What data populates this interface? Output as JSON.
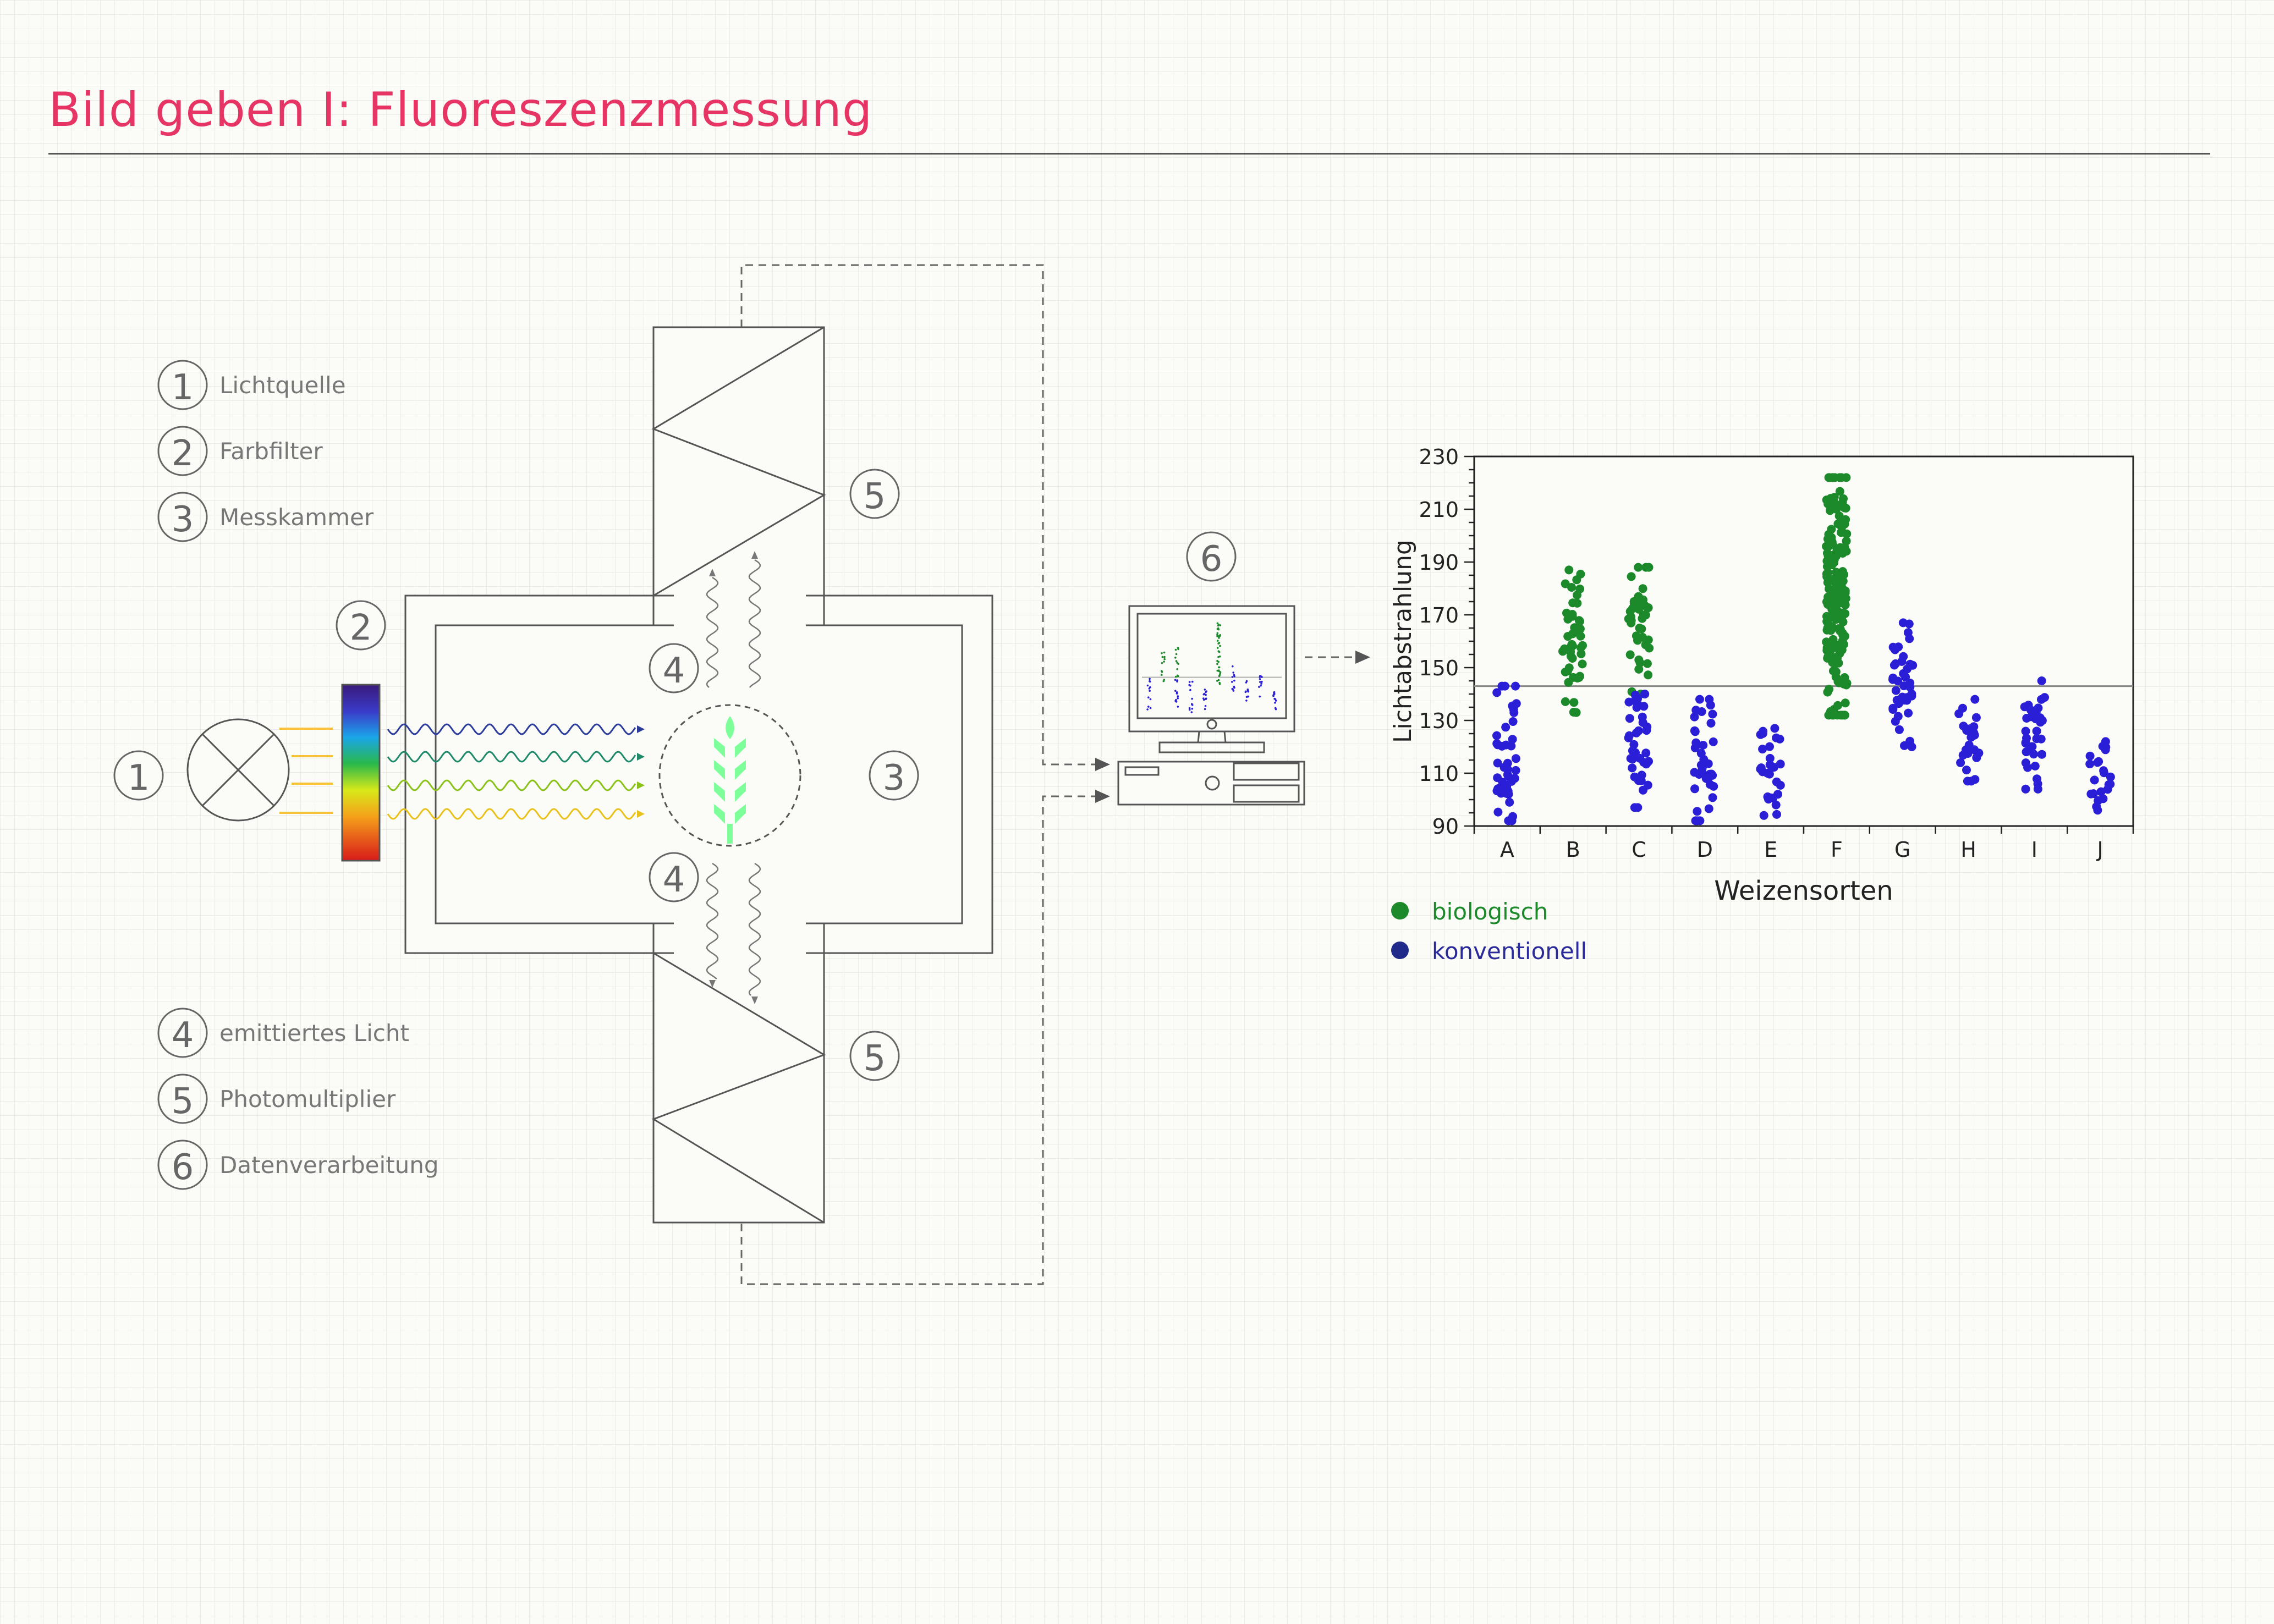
{
  "title": "Bild geben I: Fluoreszenzmessung",
  "legend_items": [
    {
      "num": "1",
      "label": "Lichtquelle"
    },
    {
      "num": "2",
      "label": "Farbfilter"
    },
    {
      "num": "3",
      "label": "Messkammer"
    },
    {
      "num": "4",
      "label": "emittiertes Licht"
    },
    {
      "num": "5",
      "label": "Photomultiplier"
    },
    {
      "num": "6",
      "label": "Datenverarbeitung"
    }
  ],
  "diagram_markers": {
    "m1": "1",
    "m2": "2",
    "m3": "3",
    "m4_top": "4",
    "m4_bottom": "4",
    "m5_top": "5",
    "m5_bottom": "5",
    "m6": "6"
  },
  "colors": {
    "title": "#e63464",
    "biologisch": "#1c8a2a",
    "konventionell": "#2a1fd6",
    "legend_konventionell_dot": "#1f2a8a",
    "wheat": "#7dff9a",
    "lamp_rays": "#f5c23a",
    "waves": [
      "#2c3c9a",
      "#1f8a6a",
      "#8ac21a",
      "#e8c21a"
    ]
  },
  "chart_data": {
    "type": "scatter",
    "xlabel": "Weizensorten",
    "ylabel": "Lichtabstrahlung",
    "ylim": [
      90,
      230
    ],
    "yticks": [
      90,
      110,
      130,
      150,
      170,
      190,
      210,
      230
    ],
    "categories": [
      "A",
      "B",
      "C",
      "D",
      "E",
      "F",
      "G",
      "H",
      "I",
      "J"
    ],
    "reference_line": 143,
    "legend_placement": "bottom-left",
    "series": [
      {
        "name": "biologisch",
        "ranges": {
          "B": [
            133,
            187
          ],
          "C": [
            140,
            188
          ],
          "F": [
            132,
            222
          ]
        }
      },
      {
        "name": "konventionell",
        "ranges": {
          "A": [
            92,
            143
          ],
          "C": [
            97,
            140
          ],
          "D": [
            92,
            138
          ],
          "E": [
            94,
            127
          ],
          "G": [
            120,
            167
          ],
          "H": [
            107,
            138
          ],
          "I": [
            104,
            145
          ],
          "J": [
            96,
            122
          ]
        }
      }
    ]
  }
}
